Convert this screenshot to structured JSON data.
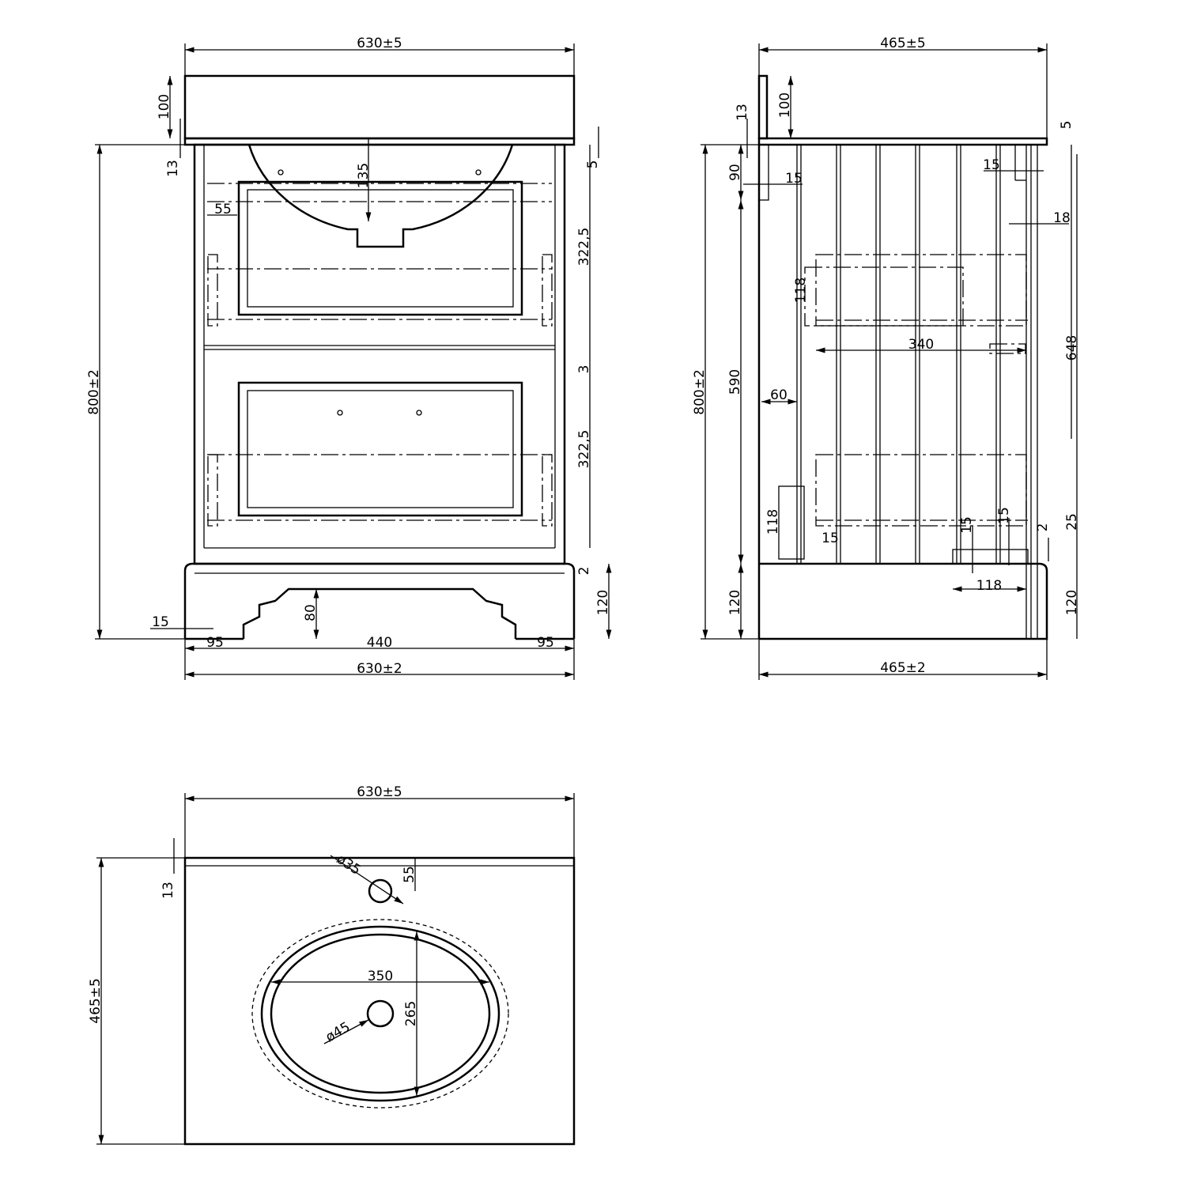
{
  "front_view": {
    "width_top": "630±5",
    "backsplash_h": "100",
    "top_thick": "13",
    "top_gap": "5",
    "tap_offset": "135",
    "side_inset": "55",
    "drawer1_h": "322,5",
    "gap": "3",
    "drawer2_h": "322,5",
    "plinth_gap": "2",
    "plinth_h": "120",
    "height": "800±2",
    "panel_thick": "15",
    "cutout_h": "80",
    "foot_left": "95",
    "cutout_w": "440",
    "foot_right": "95",
    "width_bottom": "630±2"
  },
  "side_view": {
    "depth_top": "465±5",
    "backsplash_h": "100",
    "top_thick": "13",
    "top_gap": "5",
    "rail_h": "90",
    "rail_w": "15",
    "back_w": "15",
    "back_thick": "18",
    "runner_h": "118",
    "drawer_depth": "340",
    "height": "800±2",
    "inner_h": "590",
    "front_offset": "60",
    "side_h": "648",
    "foot_h": "118",
    "foot_w": "15",
    "small_a": "15",
    "small_b": "15",
    "small_c": "2",
    "small_d": "25",
    "foot_depth": "118",
    "plinth_h": "120",
    "depth_bottom": "465±2"
  },
  "top_view": {
    "width": "630±5",
    "edge_thick": "13",
    "tap_dia": "ø35",
    "tap_offset": "55",
    "basin_w": "350",
    "basin_d": "265",
    "drain_dia": "ø45",
    "depth": "465±5"
  }
}
